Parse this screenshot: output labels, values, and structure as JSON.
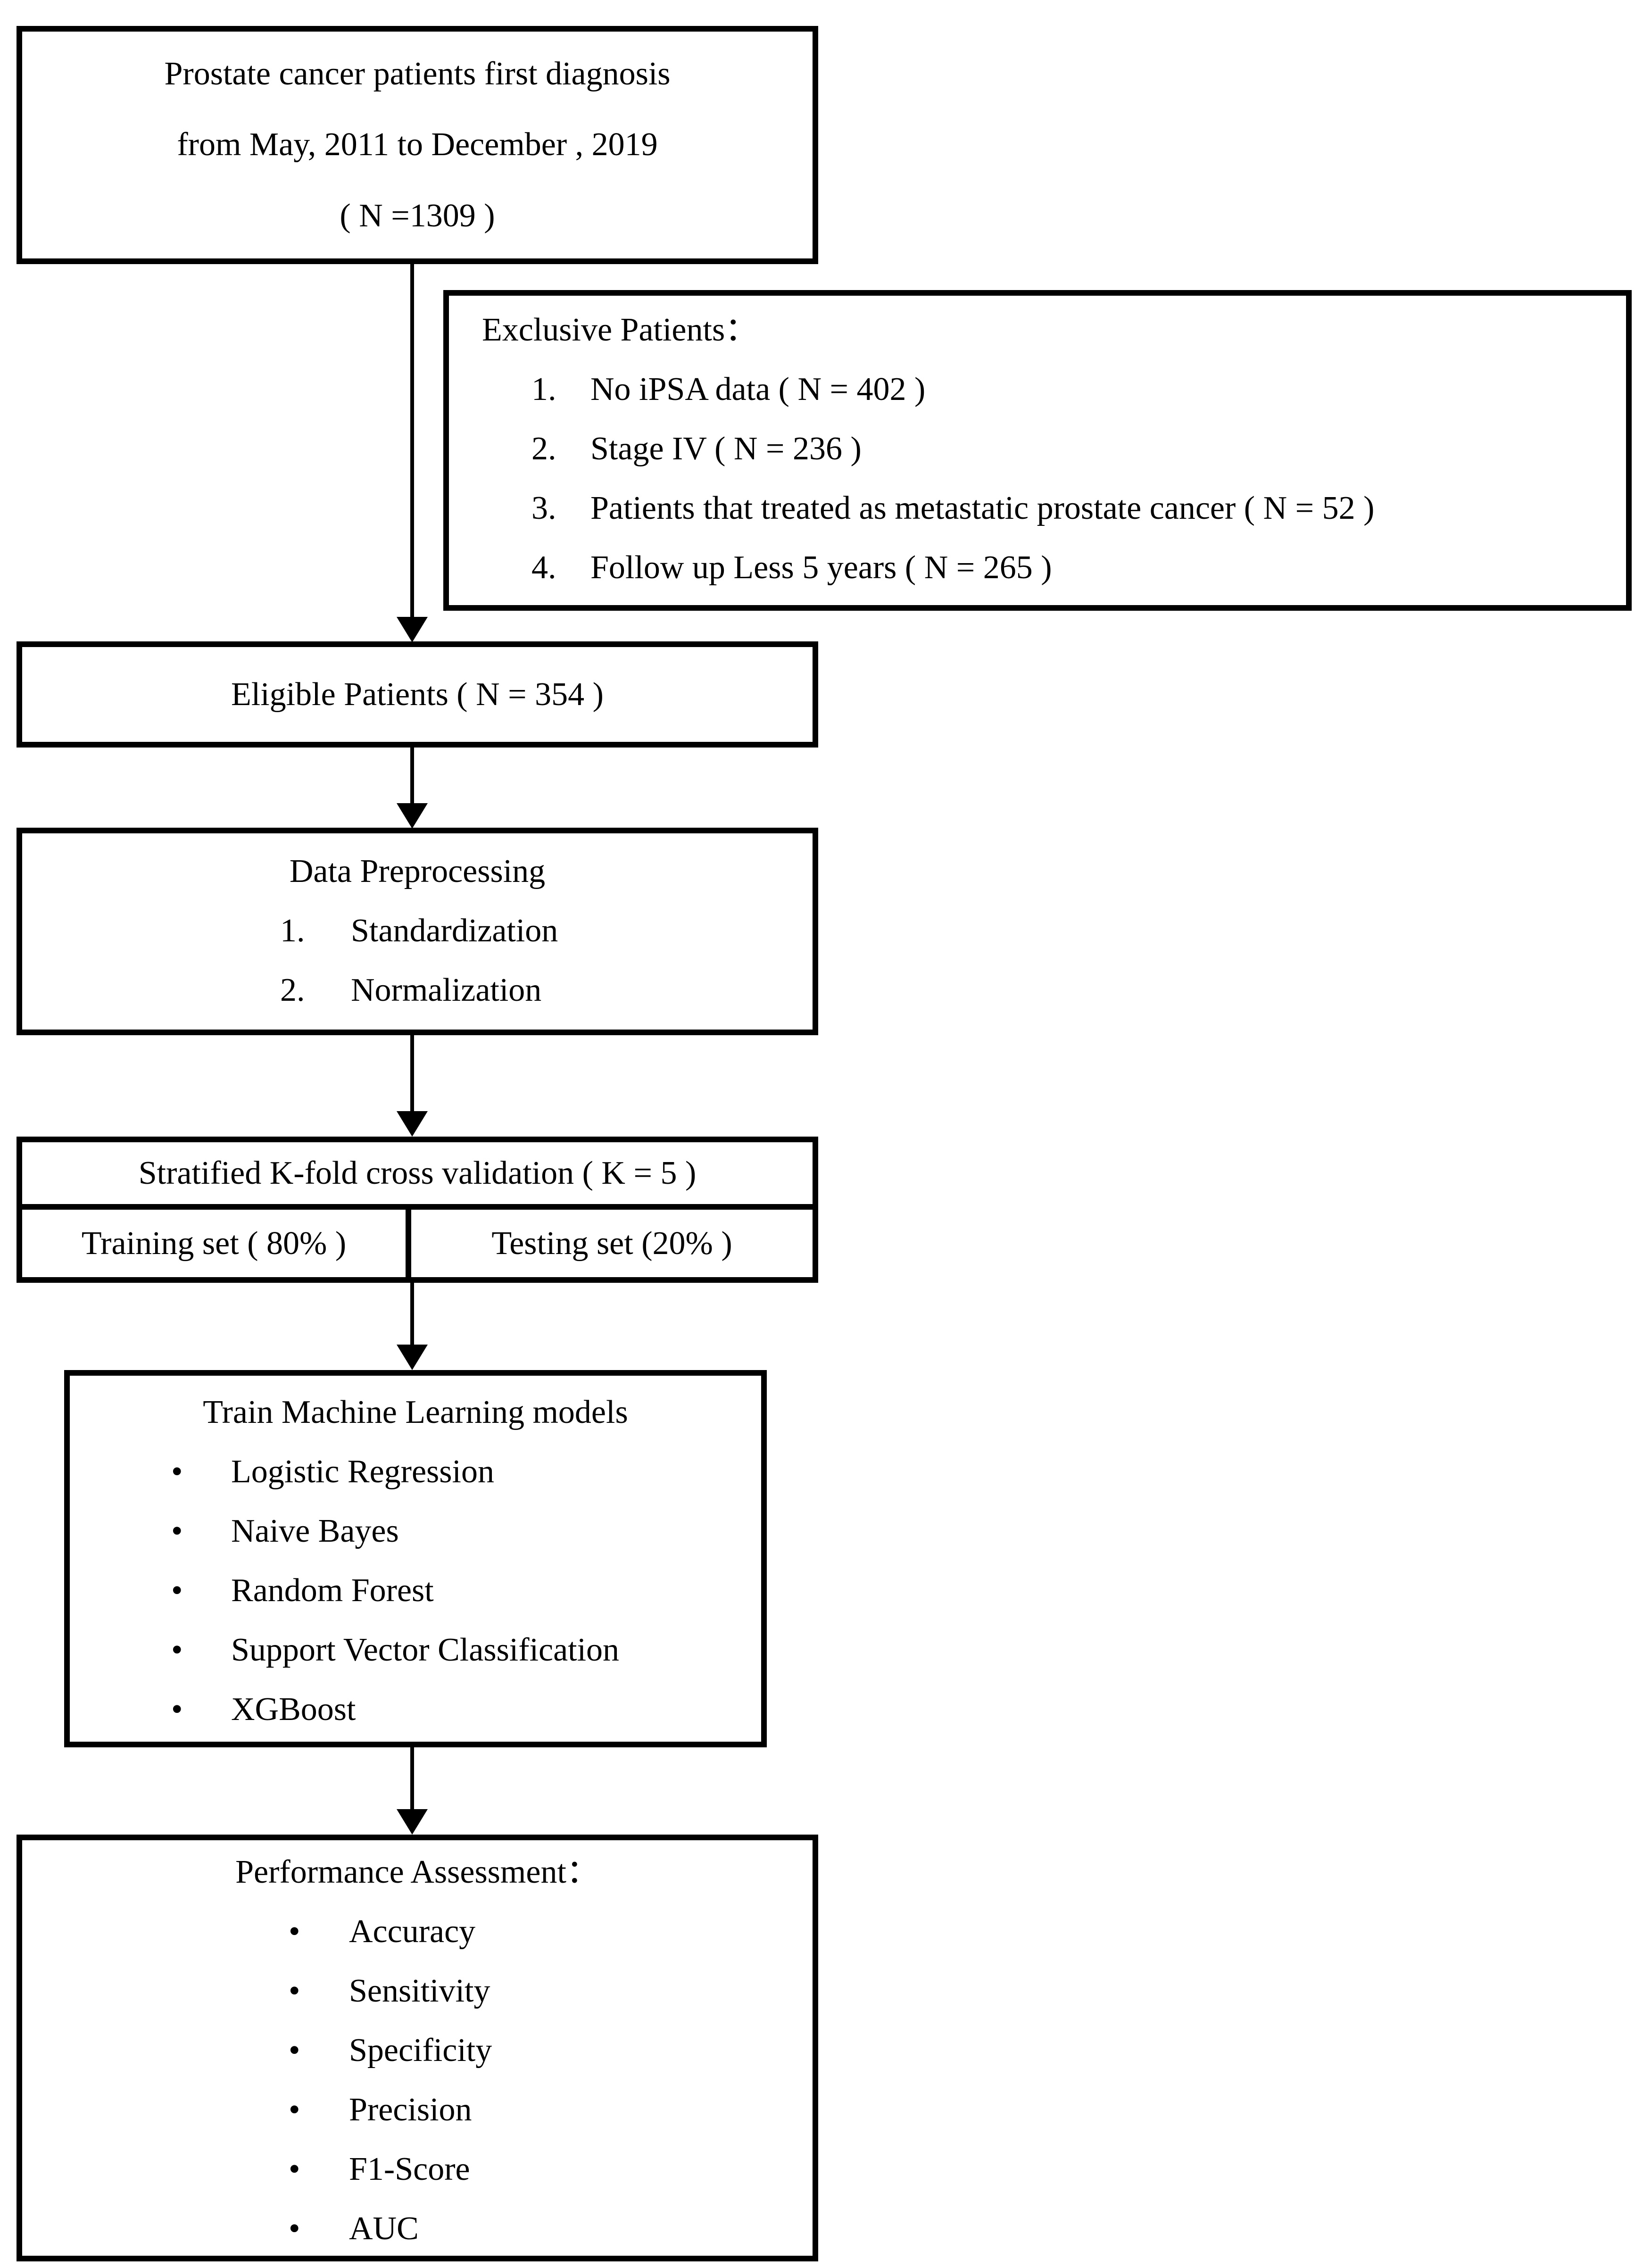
{
  "glyphs": {
    "bullet": "•"
  },
  "colors": {
    "background": "#ffffff",
    "border": "#000000",
    "text": "#000000"
  },
  "flow": {
    "box_initial": {
      "line1": "Prostate cancer patients first diagnosis",
      "line2": "from May, 2011 to December , 2019",
      "line3": "( N =1309 )"
    },
    "box_exclusive": {
      "title": "Exclusive Patients：",
      "items": [
        {
          "num": "1.",
          "text": "No iPSA data ( N = 402 )"
        },
        {
          "num": "2.",
          "text": "Stage IV ( N = 236 )"
        },
        {
          "num": "3.",
          "text": "Patients that treated as metastatic prostate cancer ( N = 52 )"
        },
        {
          "num": "4.",
          "text": "Follow up Less 5 years ( N = 265 )"
        }
      ]
    },
    "box_eligible": {
      "text": "Eligible Patients ( N = 354 )"
    },
    "box_preprocessing": {
      "title": "Data Preprocessing",
      "items": [
        {
          "num": "1.",
          "text": "Standardization"
        },
        {
          "num": "2.",
          "text": "Normalization"
        }
      ]
    },
    "box_kfold": {
      "header": "Stratified K-fold cross validation ( K = 5 )",
      "training": "Training set ( 80% )",
      "testing": "Testing set (20% )"
    },
    "box_train": {
      "title": "Train Machine Learning models",
      "items": [
        "Logistic Regression",
        "Naive Bayes",
        "Random Forest",
        "Support Vector Classification",
        "XGBoost"
      ]
    },
    "box_performance": {
      "title": "Performance Assessment：",
      "items": [
        "Accuracy",
        "Sensitivity",
        "Specificity",
        "Precision",
        "F1-Score",
        "AUC"
      ]
    }
  }
}
